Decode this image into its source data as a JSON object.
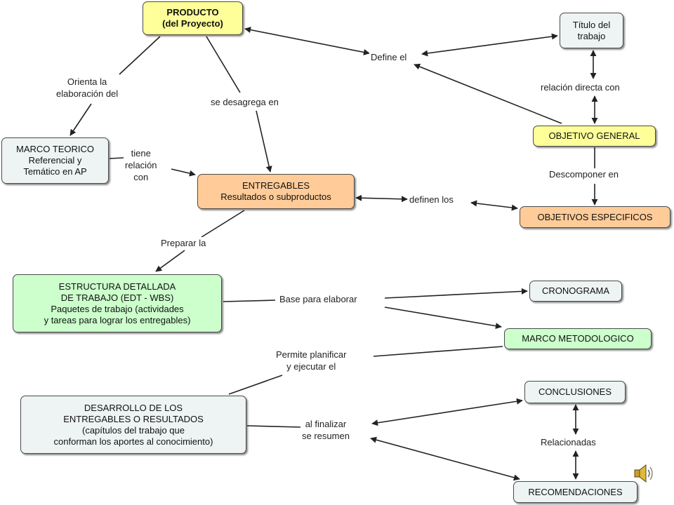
{
  "colors": {
    "yellow": "#ffff99",
    "orange": "#ffcc99",
    "green": "#ccffcc",
    "gray": "#eef4f4",
    "line": "#222222"
  },
  "nodes": {
    "producto": [
      "PRODUCTO",
      "(del Proyecto)"
    ],
    "titulo": [
      "Título del",
      "trabajo"
    ],
    "objetivo_general": [
      "OBJETIVO GENERAL"
    ],
    "marco_teorico": [
      "MARCO TEORICO",
      "Referencial y",
      "Temático en AP"
    ],
    "entregables": [
      "ENTREGABLES",
      "Resultados o subproductos"
    ],
    "objetivos_especificos": [
      "OBJETIVOS ESPECIFICOS"
    ],
    "edt": [
      "ESTRUCTURA DETALLADA",
      "DE TRABAJO (EDT - WBS)",
      "Paquetes de trabajo (actividades",
      "y tareas para lograr los entregables)"
    ],
    "cronograma": [
      "CRONOGRAMA"
    ],
    "marco_metodologico": [
      "MARCO METODOLOGICO"
    ],
    "desarrollo": [
      "DESARROLLO DE LOS",
      "ENTREGABLES O RESULTADOS",
      "(capítulos del trabajo que",
      "conforman los aportes al conocimiento)"
    ],
    "conclusiones": [
      "CONCLUSIONES"
    ],
    "recomendaciones": [
      "RECOMENDACIONES"
    ]
  },
  "links": {
    "define_el": [
      "Define el"
    ],
    "orienta": [
      "Orienta la",
      "elaboración del"
    ],
    "desagrega": [
      "se desagrega en"
    ],
    "relacion_directa": [
      "relación directa con"
    ],
    "tiene_relacion": [
      "tiene",
      "relación",
      "con"
    ],
    "descomponer": [
      "Descomponer en"
    ],
    "definen_los": [
      "definen los"
    ],
    "preparar": [
      "Preparar la"
    ],
    "base": [
      "Base para elaborar"
    ],
    "permite": [
      "Permite planificar",
      "y ejecutar el"
    ],
    "al_finalizar": [
      "al finalizar",
      "se resumen"
    ],
    "relacionadas": [
      "Relacionadas"
    ]
  },
  "icons": {
    "speaker": "speaker-icon"
  }
}
